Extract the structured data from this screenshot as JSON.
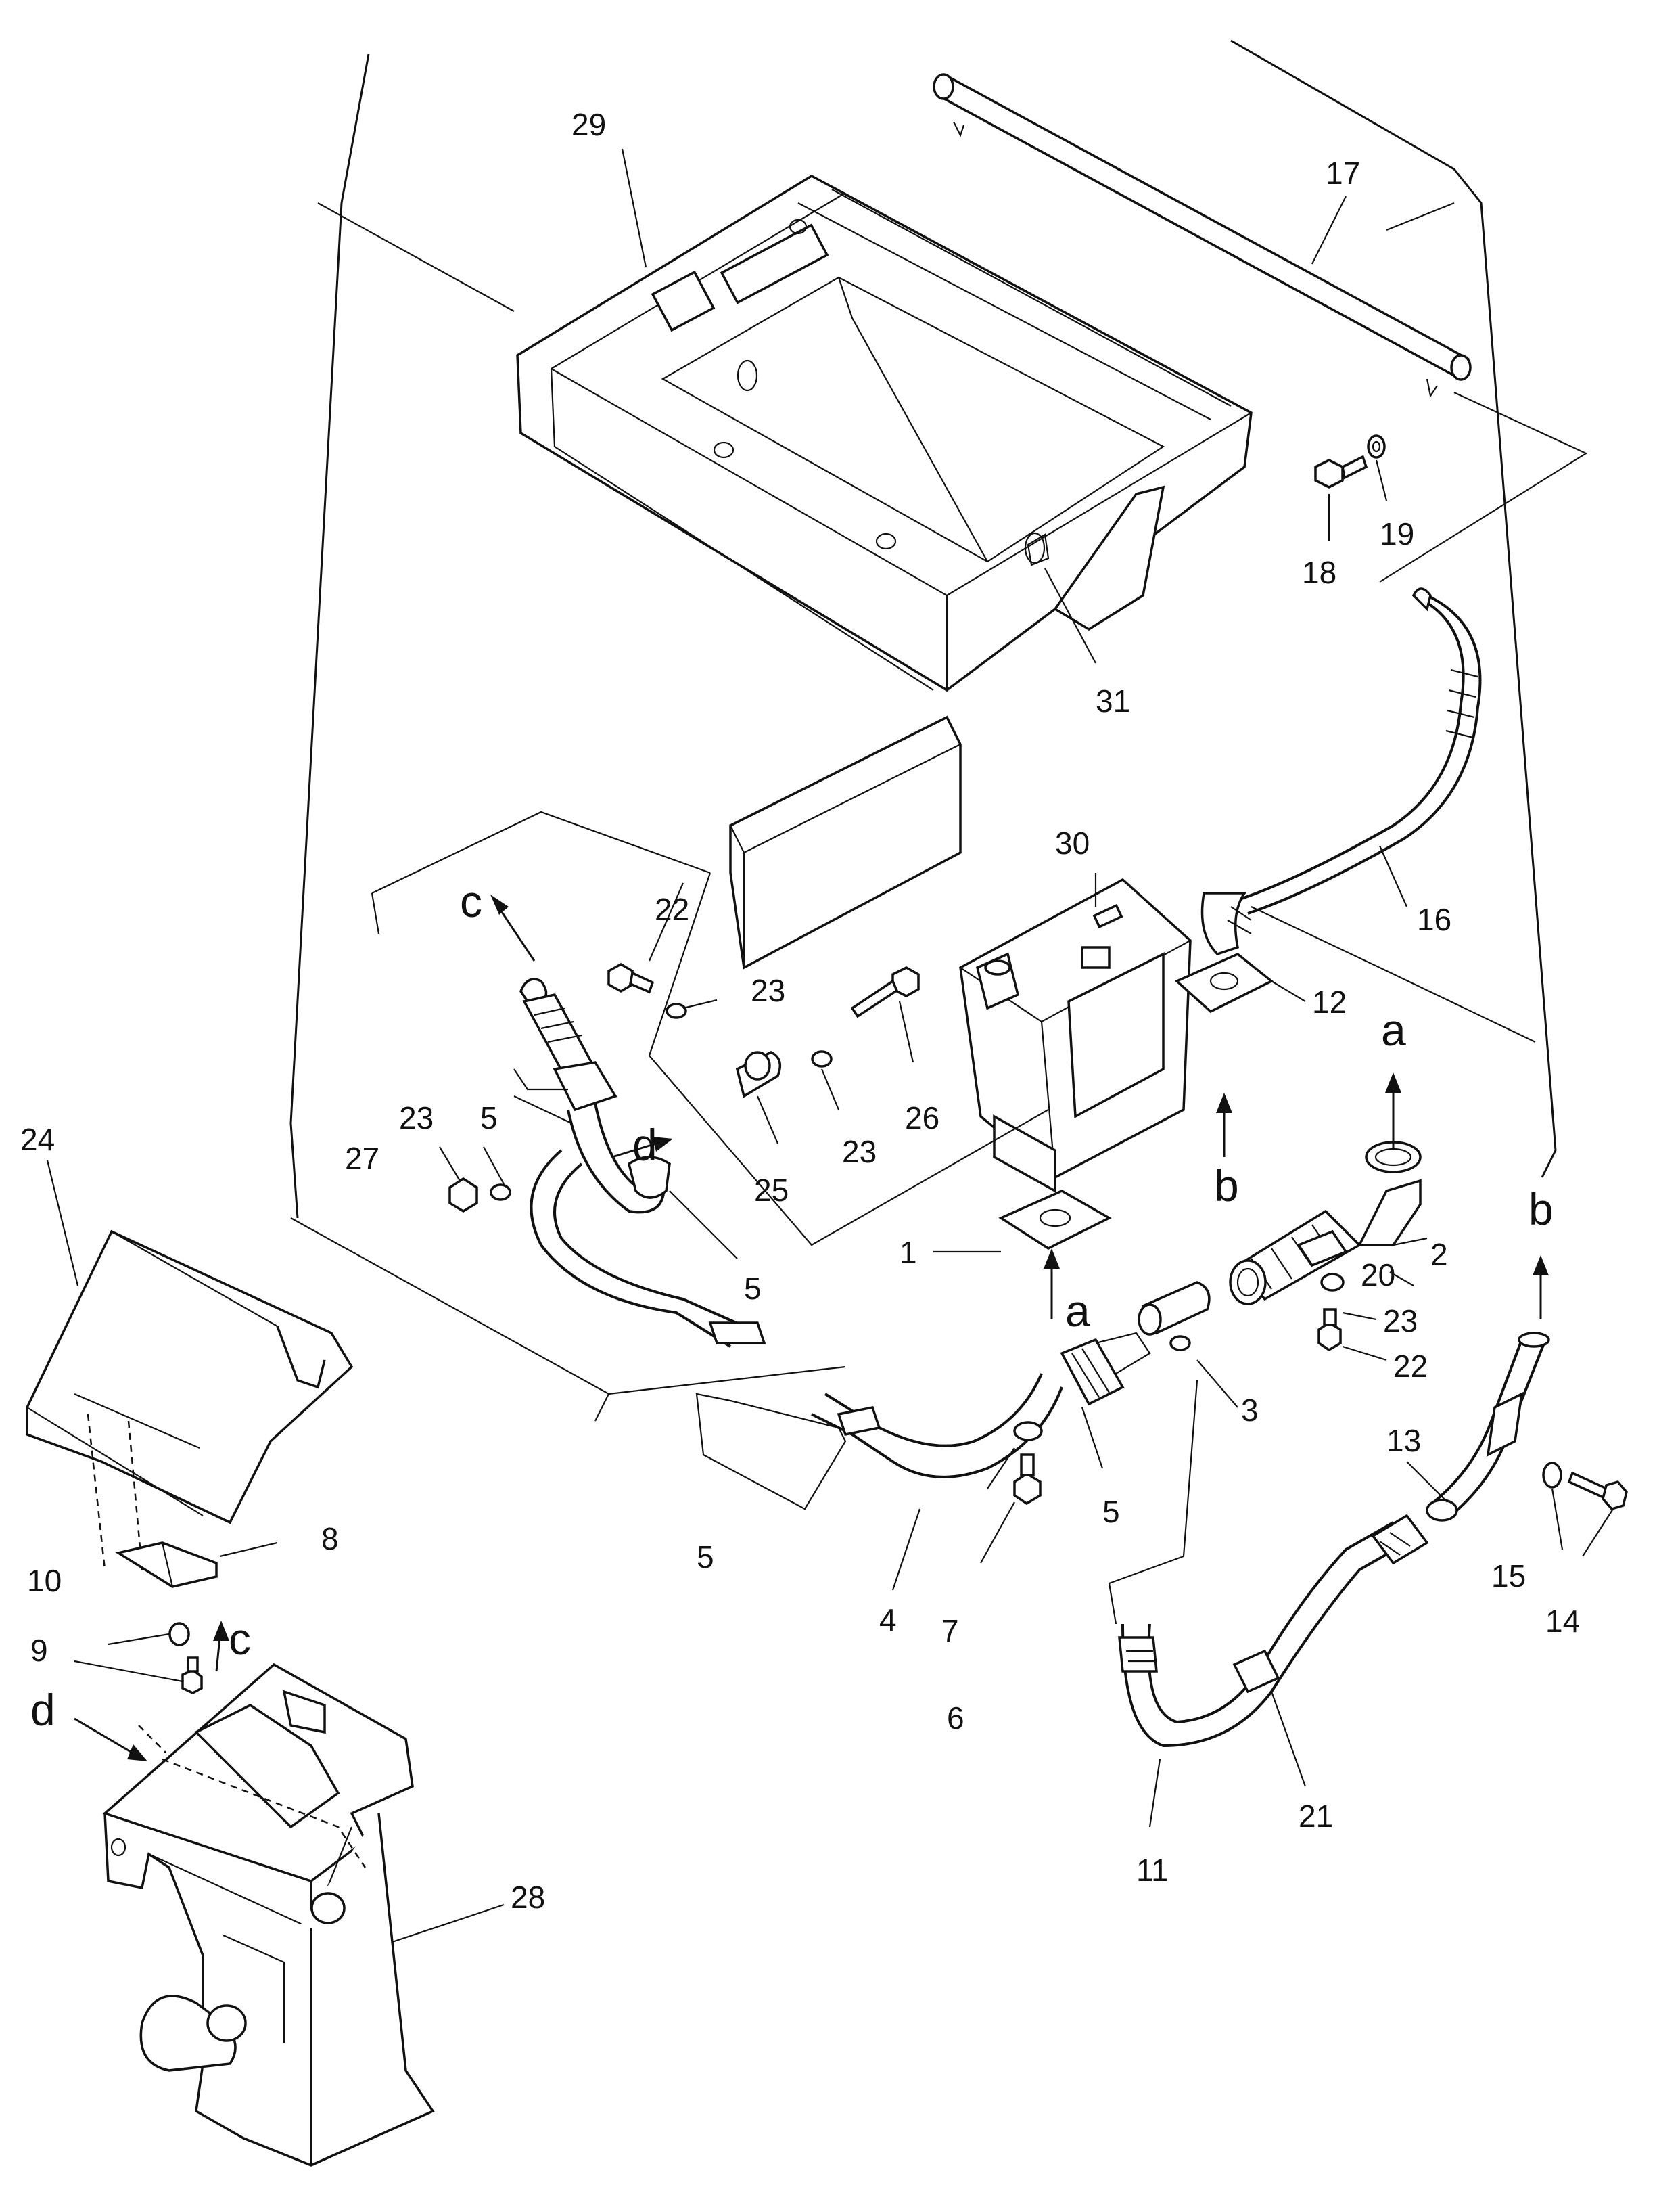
{
  "diagram": {
    "part_numbers": [
      "1",
      "2",
      "3",
      "4",
      "5",
      "6",
      "7",
      "8",
      "9",
      "10",
      "11",
      "12",
      "13",
      "14",
      "15",
      "16",
      "17",
      "18",
      "19",
      "20",
      "21",
      "22",
      "23",
      "24",
      "25",
      "26",
      "27",
      "28",
      "29",
      "30",
      "31"
    ],
    "labels": {
      "p1": "1",
      "p2": "2",
      "p3": "3",
      "p4": "4",
      "p5a": "5",
      "p5b": "5",
      "p5c": "5",
      "p5d": "5",
      "p6": "6",
      "p7": "7",
      "p8": "8",
      "p9": "9",
      "p10": "10",
      "p11": "11",
      "p12": "12",
      "p13": "13",
      "p14": "14",
      "p15": "15",
      "p16": "16",
      "p17": "17",
      "p18": "18",
      "p19": "19",
      "p20": "20",
      "p21": "21",
      "p22a": "22",
      "p22b": "22",
      "p23a": "23",
      "p23b": "23",
      "p23c": "23",
      "p23d": "23",
      "p24": "24",
      "p25": "25",
      "p26": "26",
      "p27": "27",
      "p28": "28",
      "p29": "29",
      "p30": "30",
      "p31": "31"
    },
    "connection_markers": {
      "a_top": "a",
      "a_bottom": "a",
      "b_left": "b",
      "b_right": "b",
      "c_top": "c",
      "c_bottom": "c",
      "d_top": "d",
      "d_bottom": "d"
    }
  }
}
